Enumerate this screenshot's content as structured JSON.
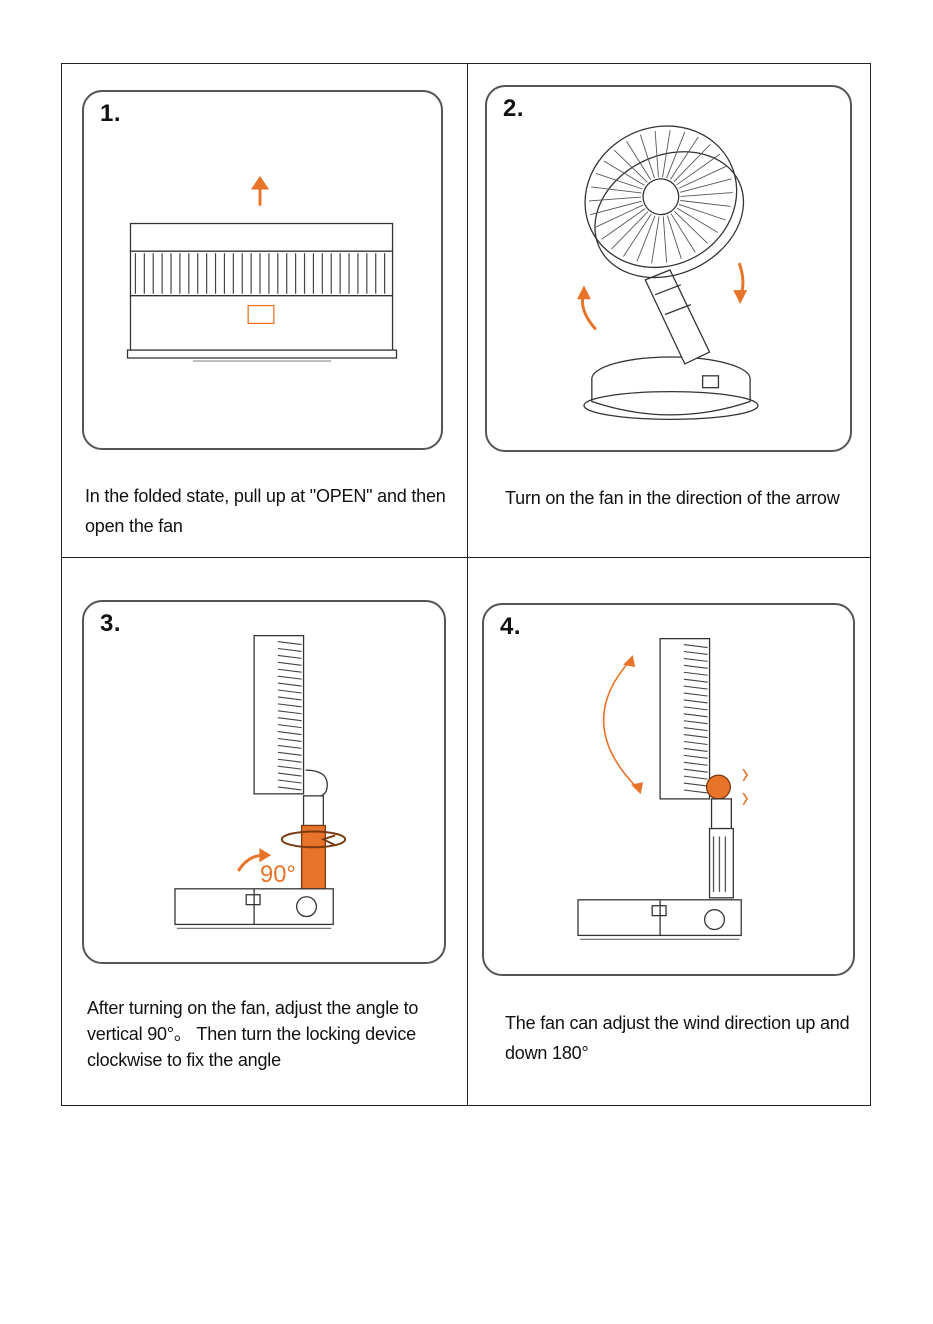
{
  "steps": [
    {
      "number": "1.",
      "caption": "In the folded state, pull up at \"OPEN\" and then open the fan"
    },
    {
      "number": "2.",
      "caption": "Turn on the fan in the direction of the arrow"
    },
    {
      "number": "3.",
      "caption": "After turning on the fan, adjust the angle to vertical 90°。 Then turn the locking device clockwise to fix the angle",
      "angle_label": "90°"
    },
    {
      "number": "4.",
      "caption": "The fan can adjust the wind direction up and down 180°"
    }
  ],
  "colors": {
    "accent": "#e8742a",
    "line": "#333333",
    "border": "#555555"
  }
}
